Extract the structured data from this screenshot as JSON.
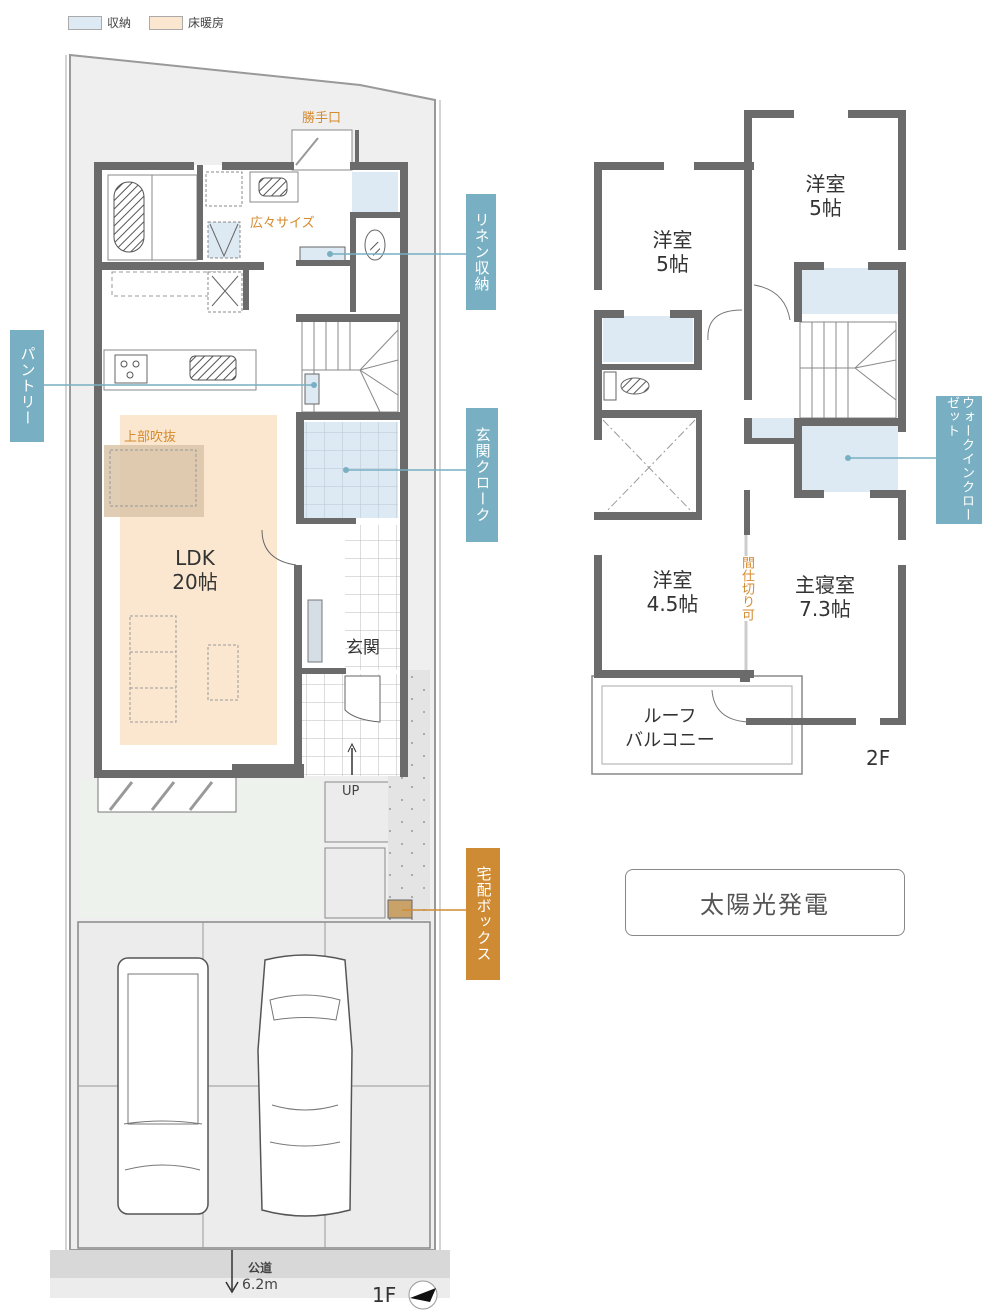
{
  "legend": {
    "items": [
      {
        "label": "収納",
        "color": "#dde9f3"
      },
      {
        "label": "床暖房",
        "color": "#fbe7cf"
      }
    ]
  },
  "colors": {
    "wall": "#6b6b6b",
    "storage": "#dde9f3",
    "floor_heating": "#fbe7cf",
    "site": "#efefef",
    "tag_blue": "#78afc2",
    "tag_orange": "#cf8b33",
    "accent_text": "#d58a2e"
  },
  "floor1": {
    "label": "1F",
    "rooms": {
      "ldk": "LDK\n20帖",
      "entrance": "玄関"
    },
    "annotations": {
      "back_door": "勝手口",
      "spacious": "広々サイズ",
      "open_ceiling": "上部吹抜",
      "up": "UP"
    },
    "tags": {
      "linen_storage": "リネン収納",
      "pantry": "パントリー",
      "entrance_cloak": "玄関クローク",
      "delivery_box": "宅配ボックス"
    },
    "road": {
      "label": "公道",
      "width": "6.2m"
    }
  },
  "floor2": {
    "label": "2F",
    "rooms": {
      "western_room_a": "洋室\n5帖",
      "western_room_b": "洋室\n5帖",
      "western_room_c": "洋室\n4.5帖",
      "master_bedroom": "主寝室\n7.3帖",
      "roof_balcony": "ルーフ\nバルコニー"
    },
    "annotations": {
      "partition": "間仕切り可"
    },
    "tags": {
      "walk_in_closet": "ウォークインクローゼット"
    }
  },
  "feature_box": {
    "label": "太陽光発電"
  }
}
